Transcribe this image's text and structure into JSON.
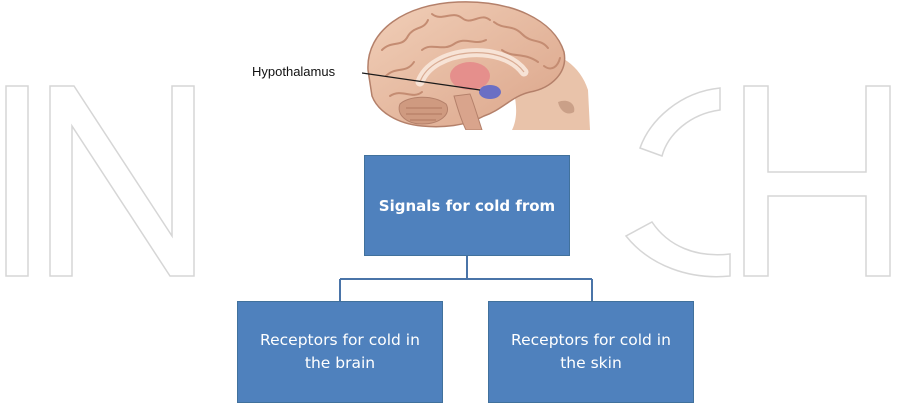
{
  "colors": {
    "box_fill": "#4f81bd",
    "box_border": "#41719c",
    "connector": "#4a74a8",
    "watermark": "#d6d6d6"
  },
  "brain_label": "Hypothalamus",
  "diagram": {
    "root": "Signals for cold from",
    "children": [
      "Receptors for cold in the brain",
      "Receptors for cold in the skin"
    ]
  }
}
